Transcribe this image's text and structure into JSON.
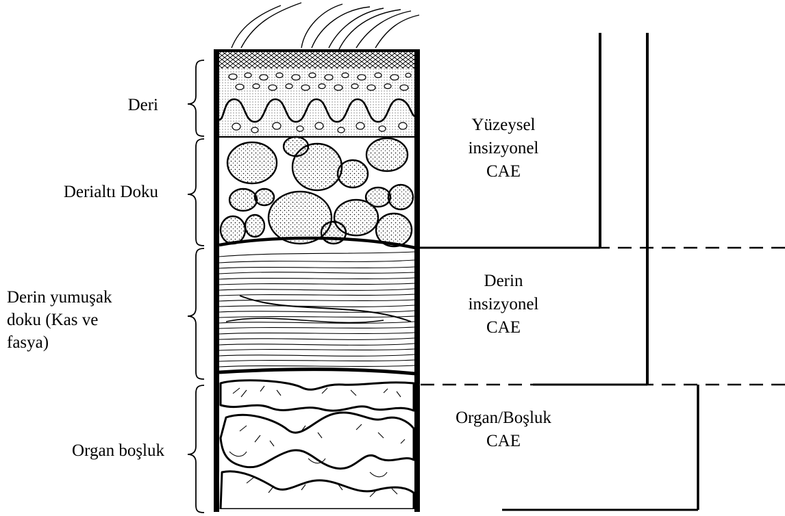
{
  "layers": {
    "skin": "Deri",
    "subcutaneous": "Derialtı Doku",
    "deep_line1": "Derin yumuşak",
    "deep_line2": "doku (Kas ve",
    "deep_line3": "fasya)",
    "organ": "Organ boşluk"
  },
  "categories": {
    "superficial": [
      "Yüzeysel",
      "insizyonel",
      "CAE"
    ],
    "deep": [
      "Derin",
      "insizyonel",
      "CAE"
    ],
    "organ_space": [
      "Organ/Boşluk",
      "CAE"
    ]
  },
  "colors": {
    "ink": "#000000",
    "paper": "#ffffff"
  }
}
